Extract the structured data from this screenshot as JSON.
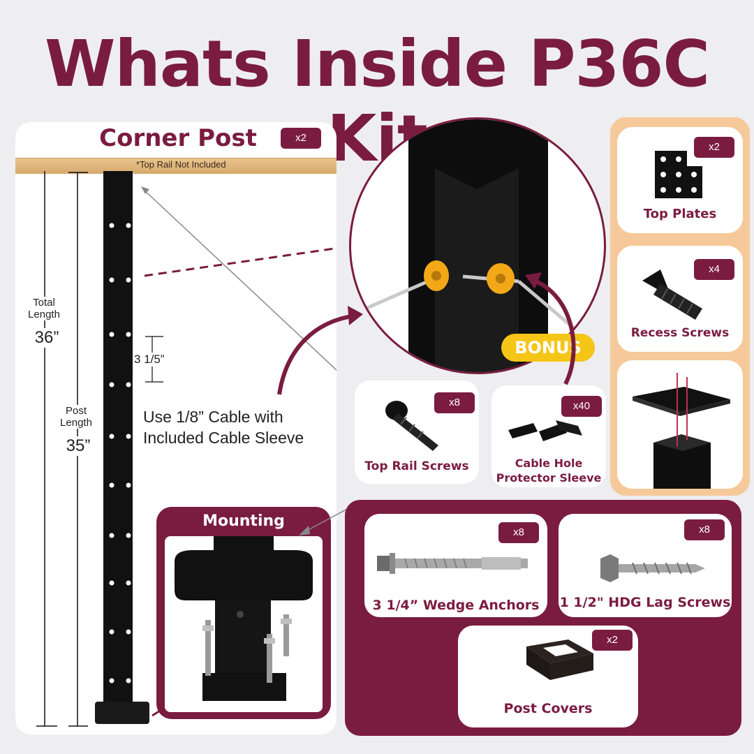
{
  "title": "Whats Inside P36C Kit",
  "corner_post": {
    "label": "Corner Post",
    "qty": "x2",
    "top_rail_note": "*Top Rail Not Included",
    "total_length_label": "Total Length",
    "total_length_value": "36”",
    "post_length_label": "Post Length",
    "post_length_value": "35”",
    "spacing": "3 1/5”",
    "cable_note": "Use 1/8” Cable with Included Cable Sleeve"
  },
  "bonus": "BONUS",
  "mounting": "Mounting",
  "items": {
    "top_plates": {
      "label": "Top Plates",
      "qty": "x2"
    },
    "recess_screws": {
      "label": "Recess Screws",
      "qty": "x4"
    },
    "top_rail_screws": {
      "label": "Top Rail Screws",
      "qty": "x8"
    },
    "cable_sleeve": {
      "label": "Cable Hole Protector Sleeve",
      "qty": "x40"
    },
    "wedge_anchors": {
      "label": "3 1/4” Wedge Anchors",
      "qty": "x8"
    },
    "lag_screws": {
      "label": "1 1/2\" HDG Lag Screws",
      "qty": "x8"
    },
    "post_covers": {
      "label": "Post Covers",
      "qty": "x2"
    }
  },
  "colors": {
    "brand": "#7a1c3f",
    "accent": "#f5c518",
    "panel": "#f6c99a",
    "bg": "#eeeef0"
  }
}
